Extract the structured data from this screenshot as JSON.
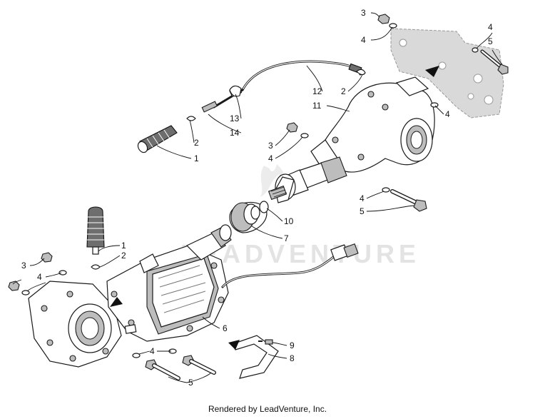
{
  "watermark": "LEADVENTURE",
  "credit": "Rendered by LeadVenture, Inc.",
  "callouts": {
    "rear_right_3": "3",
    "rear_right_4a": "4",
    "rear_right_4b": "4",
    "rear_right_5": "5",
    "cable_12": "12",
    "cable_2": "2",
    "housing_11": "11",
    "housing_4": "4",
    "boot_2": "2",
    "boot_1": "1",
    "clamp_13": "13",
    "clip_14": "14",
    "mid_3": "3",
    "mid_4": "4",
    "bolt_4": "4",
    "bolt_5": "5",
    "seal_10": "10",
    "boot_7": "7",
    "front_1": "1",
    "front_2": "2",
    "front_3": "3",
    "front_4": "4",
    "diff_6": "6",
    "bracket_9": "9",
    "bracket_8": "8",
    "lower_4": "4",
    "lower_5": "5"
  }
}
